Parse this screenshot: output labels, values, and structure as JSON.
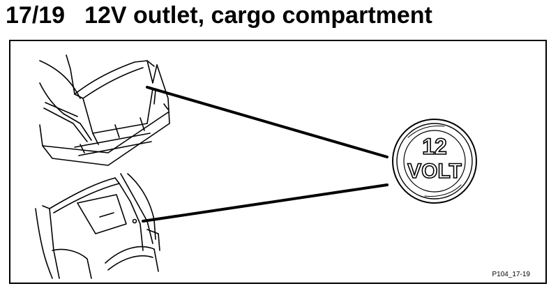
{
  "header": {
    "section_number": "17/19",
    "title": "12V outlet, cargo compartment"
  },
  "figure": {
    "outlet_label_top": "12",
    "outlet_label_bottom": "VOLT",
    "code": "P104_17-19"
  },
  "colors": {
    "ink": "#000000",
    "paper": "#ffffff"
  }
}
